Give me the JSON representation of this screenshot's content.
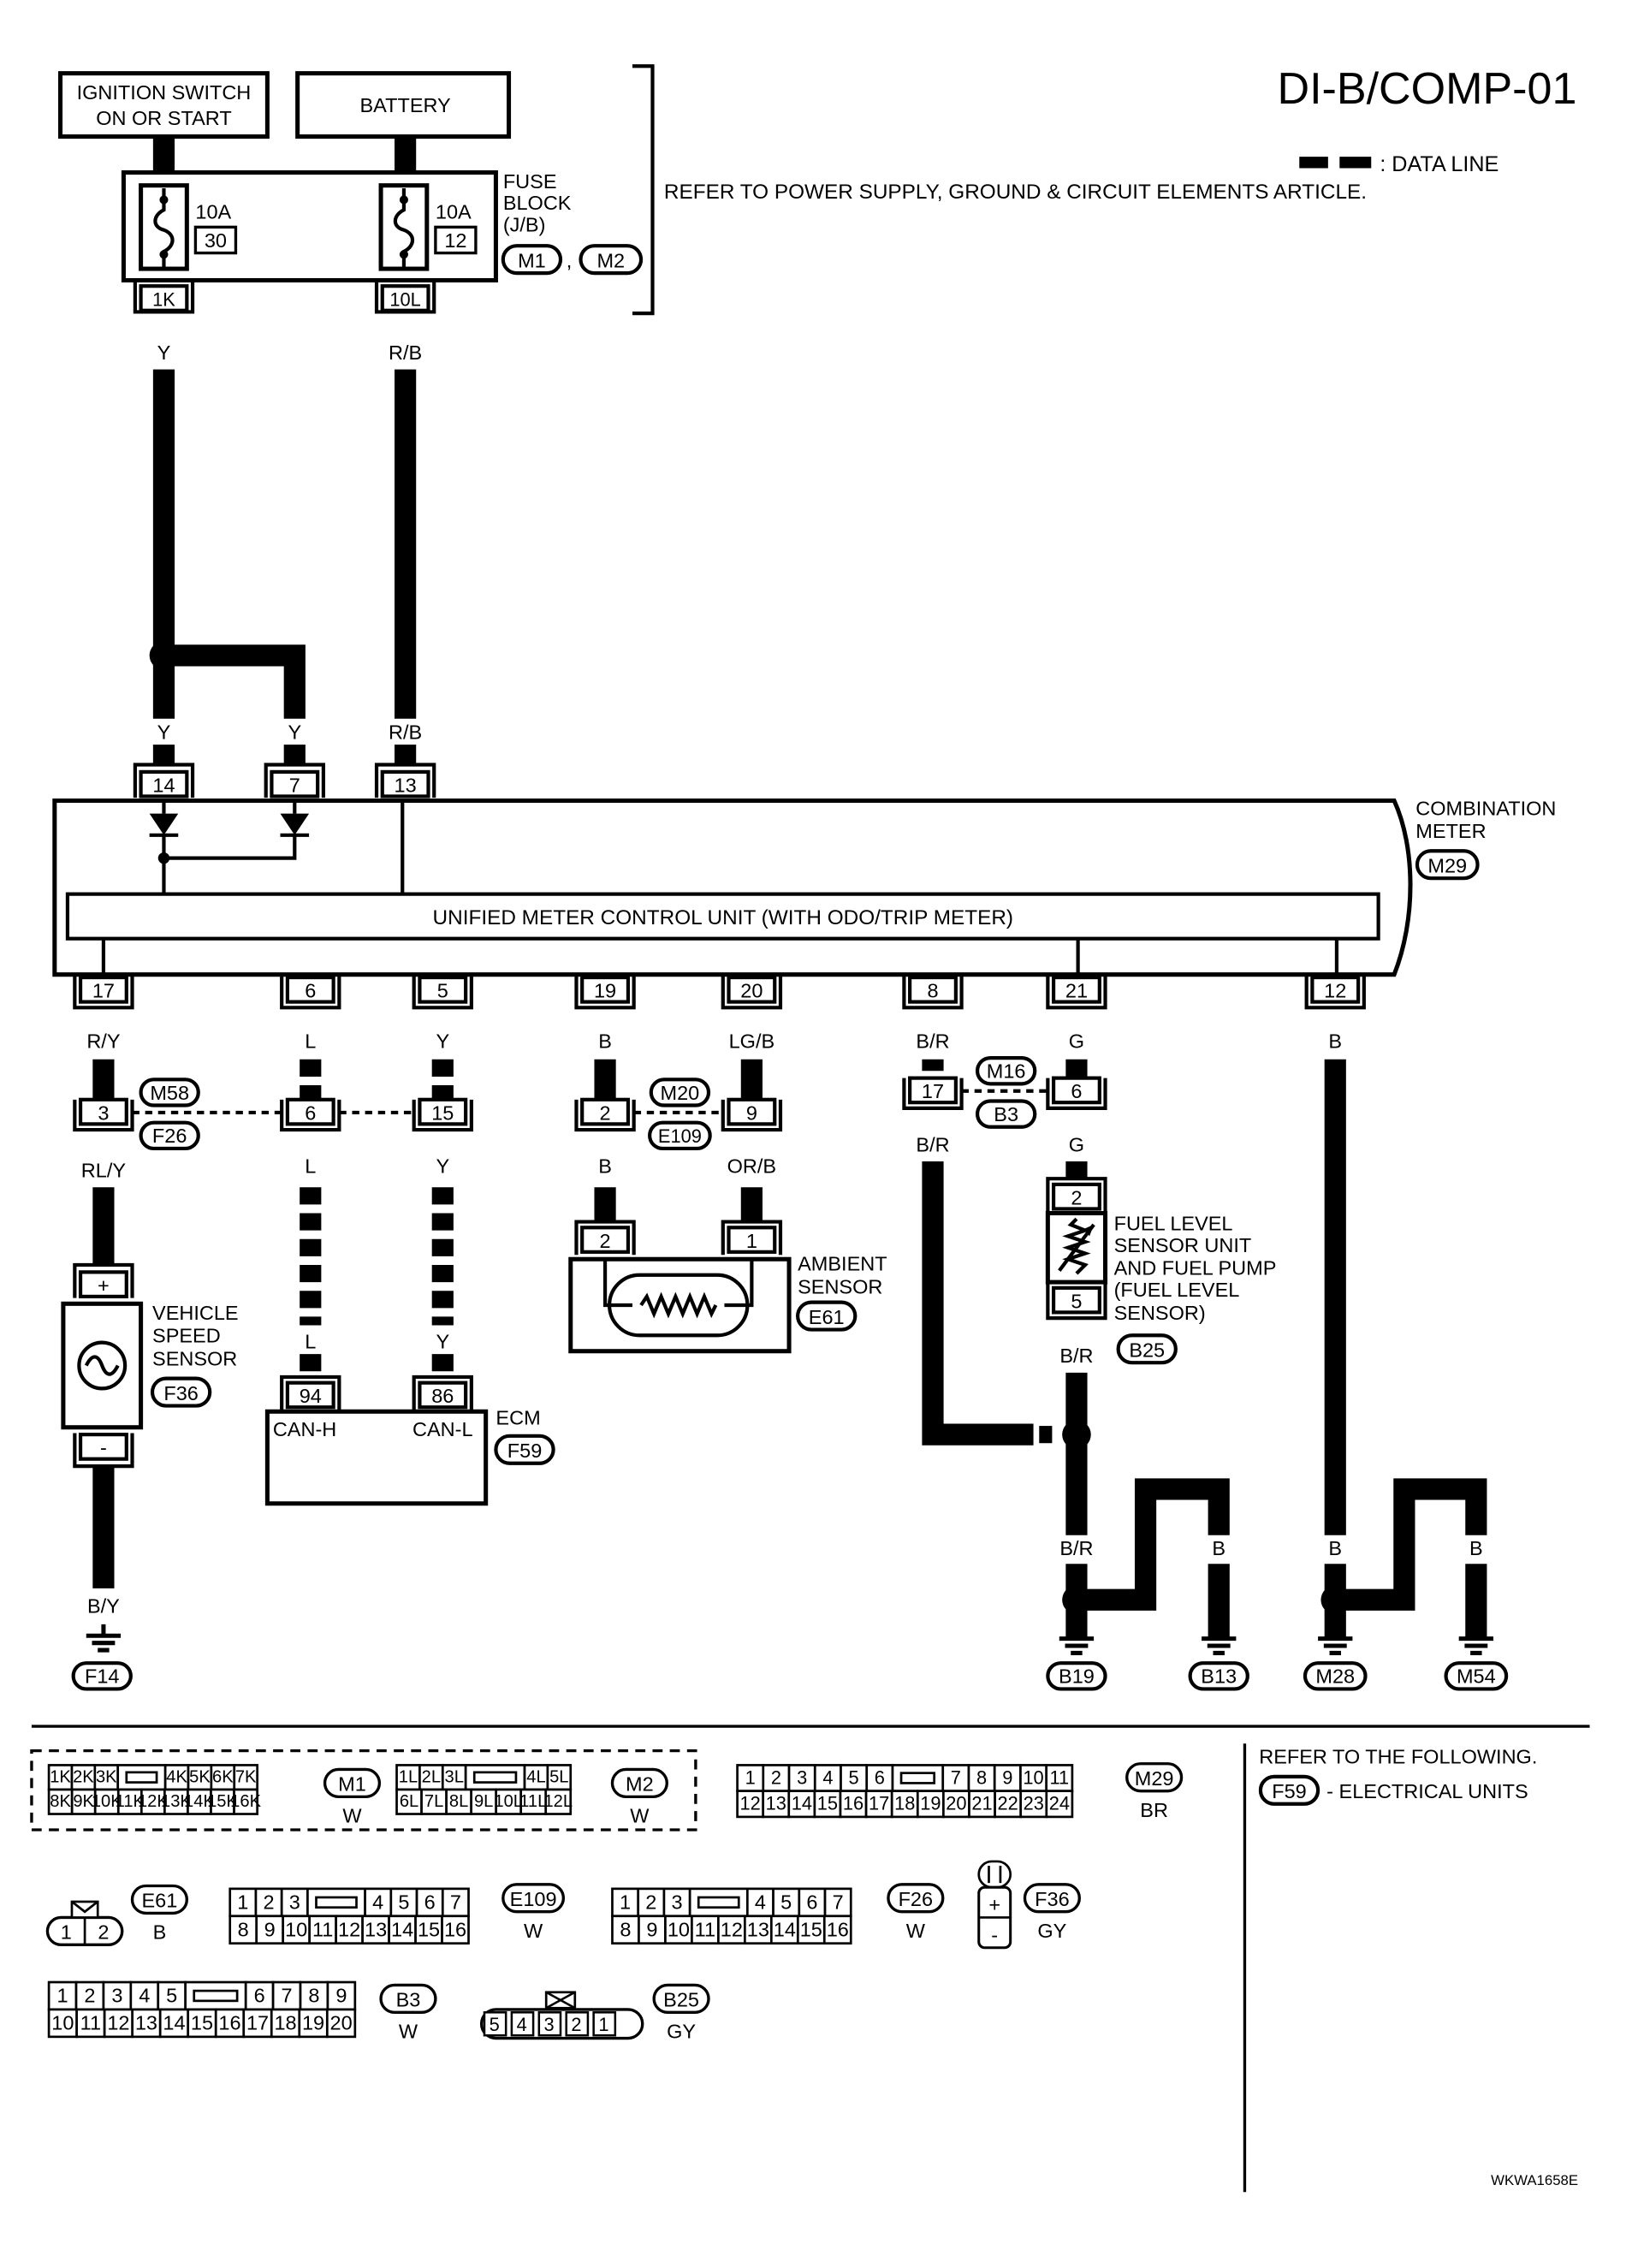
{
  "header": {
    "diagram_code": "DI-B/COMP-01",
    "legend": ": DATA LINE",
    "power_note": "REFER TO POWER SUPPLY, GROUND & CIRCUIT ELEMENTS ARTICLE.",
    "figure_code": "WKWA1658E"
  },
  "power": {
    "ignition_line1": "IGNITION SWITCH",
    "ignition_line2": "ON OR START",
    "battery": "BATTERY",
    "fuse_block_1": "FUSE",
    "fuse_block_2": "BLOCK",
    "fuse_block_3": "(J/B)",
    "fuse1_amp": "10A",
    "fuse1_no": "30",
    "fuse1_term": "1K",
    "fuse2_amp": "10A",
    "fuse2_no": "12",
    "fuse2_term": "10L",
    "jb_conn_a": "M1",
    "jb_conn_b": "M2",
    "comma": ","
  },
  "wires": {
    "y": "Y",
    "rb": "R/B",
    "ry": "R/Y",
    "l": "L",
    "b": "B",
    "lgb": "LG/B",
    "br": "B/R",
    "g": "G",
    "rly": "RL/Y",
    "orb": "OR/B",
    "by": "B/Y"
  },
  "meter": {
    "name_1": "COMBINATION",
    "name_2": "METER",
    "conn": "M29",
    "unit_label": "UNIFIED METER CONTROL UNIT (WITH ODO/TRIP METER)",
    "pins_top": [
      "14",
      "7",
      "13"
    ],
    "pins_bottom": [
      "17",
      "6",
      "5",
      "19",
      "20",
      "8",
      "21",
      "12"
    ]
  },
  "joints": {
    "m58": "M58",
    "f26": "F26",
    "pins_58": [
      "3",
      "6",
      "15"
    ],
    "m20": "M20",
    "e109": "E109",
    "pins_20": [
      "2",
      "9"
    ],
    "m16": "M16",
    "b3": "B3",
    "pins_16": [
      "17",
      "6"
    ]
  },
  "vss": {
    "plus": "+",
    "minus": "-",
    "line1": "VEHICLE",
    "line2": "SPEED",
    "line3": "SENSOR",
    "conn": "F36"
  },
  "ecm": {
    "pin_h": "94",
    "pin_l": "86",
    "can_h": "CAN-H",
    "can_l": "CAN-L",
    "name": "ECM",
    "conn": "F59"
  },
  "ambient": {
    "pin_a": "2",
    "pin_b": "1",
    "line1": "AMBIENT",
    "line2": "SENSOR",
    "conn": "E61"
  },
  "fuel": {
    "pin_top": "2",
    "pin_bottom": "5",
    "line1": "FUEL LEVEL",
    "line2": "SENSOR UNIT",
    "line3": "AND FUEL PUMP",
    "line4": "(FUEL LEVEL",
    "line5": "SENSOR)",
    "conn": "B25"
  },
  "grounds": [
    "F14",
    "B19",
    "B13",
    "M28",
    "M54"
  ],
  "connectors": {
    "m1_top": [
      "1K",
      "2K",
      "3K",
      "",
      "4K",
      "5K",
      "6K",
      "7K"
    ],
    "m1_bot": [
      "8K",
      "9K",
      "10K",
      "11K",
      "12K",
      "13K",
      "14K",
      "15K",
      "16K"
    ],
    "m1_name": "M1",
    "m1_color": "W",
    "m2_top": [
      "1L",
      "2L",
      "3L",
      "",
      "4L",
      "5L"
    ],
    "m2_bot": [
      "6L",
      "7L",
      "8L",
      "9L",
      "10L",
      "11L",
      "12L"
    ],
    "m2_name": "M2",
    "m2_color": "W",
    "m29_top": [
      "1",
      "2",
      "3",
      "4",
      "5",
      "6",
      "",
      "7",
      "8",
      "9",
      "10",
      "11"
    ],
    "m29_bot": [
      "12",
      "13",
      "14",
      "15",
      "16",
      "17",
      "18",
      "19",
      "20",
      "21",
      "22",
      "23",
      "24"
    ],
    "m29_name": "M29",
    "m29_color": "BR",
    "e61_pins": [
      "1",
      "2"
    ],
    "e61_name": "E61",
    "e61_color": "B",
    "e109_top": [
      "1",
      "2",
      "3",
      "",
      "4",
      "5",
      "6",
      "7"
    ],
    "e109_bot": [
      "8",
      "9",
      "10",
      "11",
      "12",
      "13",
      "14",
      "15",
      "16"
    ],
    "e109_name": "E109",
    "e109_color": "W",
    "f26_top": [
      "1",
      "2",
      "3",
      "",
      "4",
      "5",
      "6",
      "7"
    ],
    "f26_bot": [
      "8",
      "9",
      "10",
      "11",
      "12",
      "13",
      "14",
      "15",
      "16"
    ],
    "f26_name": "F26",
    "f26_color": "W",
    "f36_plus": "+",
    "f36_minus": "-",
    "f36_name": "F36",
    "f36_color": "GY",
    "b3_top": [
      "1",
      "2",
      "3",
      "4",
      "5",
      "",
      "6",
      "7",
      "8",
      "9"
    ],
    "b3_bot": [
      "10",
      "11",
      "12",
      "13",
      "14",
      "15",
      "16",
      "17",
      "18",
      "19",
      "20"
    ],
    "b3_name": "B3",
    "b3_color": "W",
    "b25_pins": [
      "5",
      "4",
      "3",
      "2",
      "1"
    ],
    "b25_name": "B25",
    "b25_color": "GY"
  },
  "refer": {
    "title": "REFER TO THE FOLLOWING.",
    "conn": "F59",
    "text": "- ELECTRICAL UNITS"
  }
}
